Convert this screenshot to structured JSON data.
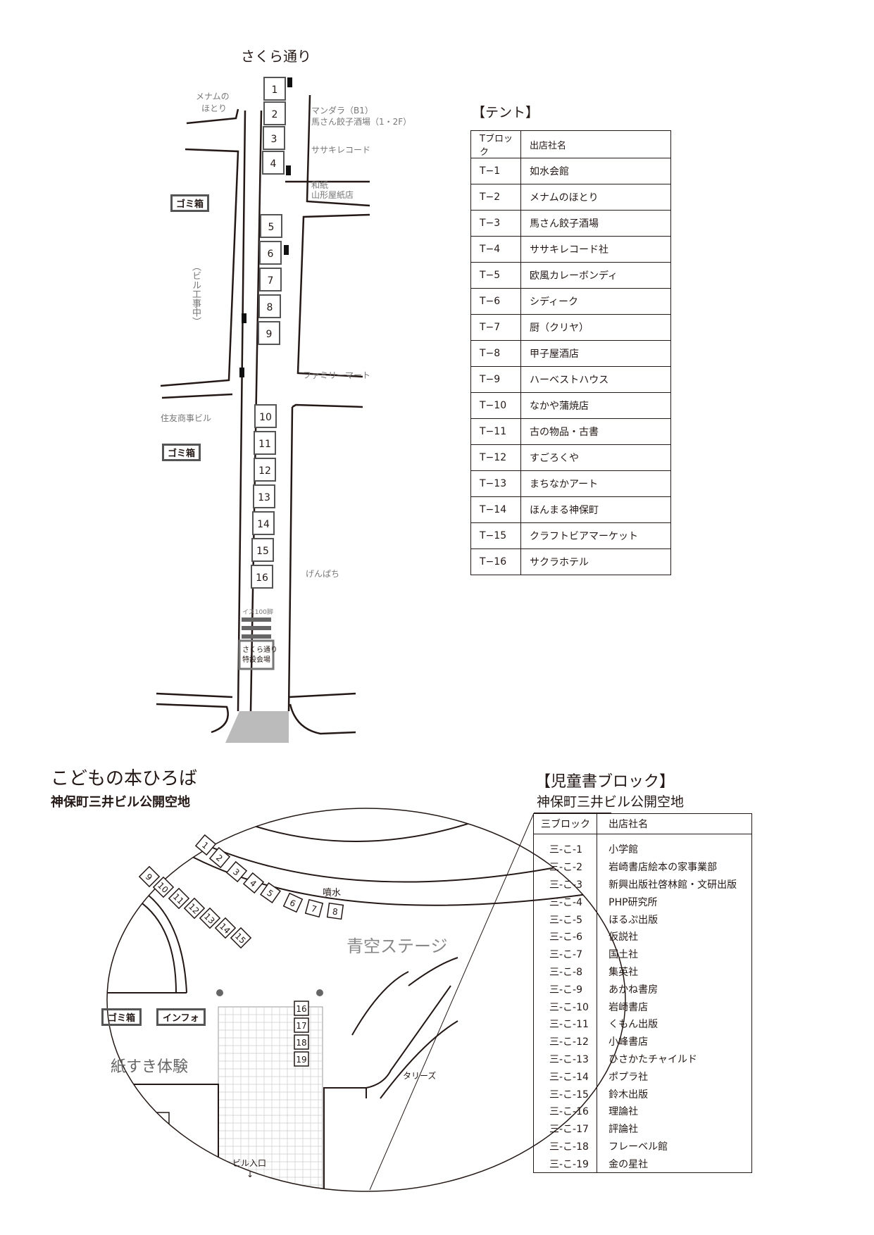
{
  "map": {
    "street_title": "さくら通り",
    "labels": {
      "menamu": "メナムの",
      "hotori": "ほとり",
      "mandara": "マンダラ（B1）",
      "basan": "馬さん餃子酒場（1・2F）",
      "sasakire": "ササキレコード",
      "washi": "和紙",
      "yamagata": "山形屋紙店",
      "bill": "（ビル工事中）",
      "family": "ファミリーマート",
      "sumitomo": "住友商事ビル",
      "genbachi": "げんぱち",
      "chairs": "イス100脚",
      "venue1": "さくら通り",
      "venue2": "特設会場",
      "trash": "ゴミ箱"
    },
    "tents": [
      "1",
      "2",
      "3",
      "4",
      "5",
      "6",
      "7",
      "8",
      "9",
      "10",
      "11",
      "12",
      "13",
      "14",
      "15",
      "16"
    ]
  },
  "tent_section": {
    "title": "【テント】",
    "headers": [
      "Tブロック",
      "出店社名"
    ],
    "rows": [
      [
        "T−1",
        "如水会館"
      ],
      [
        "T−2",
        "メナムのほとり"
      ],
      [
        "T−3",
        "馬さん餃子酒場"
      ],
      [
        "T−4",
        "ササキレコード社"
      ],
      [
        "T−5",
        "欧風カレーボンディ"
      ],
      [
        "T−6",
        "シディーク"
      ],
      [
        "T−7",
        "厨（クリヤ）"
      ],
      [
        "T−8",
        "甲子屋酒店"
      ],
      [
        "T−9",
        "ハーベストハウス"
      ],
      [
        "T−10",
        "なかや蒲焼店"
      ],
      [
        "T−11",
        "古の物品・古書"
      ],
      [
        "T−12",
        "すごろくや"
      ],
      [
        "T−13",
        "まちなかアート"
      ],
      [
        "T−14",
        "ほんまる神保町"
      ],
      [
        "T−15",
        "クラフトビアマーケット"
      ],
      [
        "T−16",
        "サクラホテル"
      ]
    ]
  },
  "kids_plaza": {
    "title": "こどもの本ひろば",
    "subtitle": "神保町三井ビル公開空地",
    "labels": {
      "fountain": "噴水",
      "stage": "青空ステージ",
      "trash": "ゴミ箱",
      "info": "インフォ",
      "paper": "紙すき体験",
      "tullys": "タリーズ",
      "entrance": "ビル入口",
      "arrow": "↓"
    },
    "booths": [
      "1",
      "2",
      "3",
      "4",
      "5",
      "6",
      "7",
      "8",
      "9",
      "10",
      "11",
      "12",
      "13",
      "14",
      "15",
      "16",
      "17",
      "18",
      "19"
    ]
  },
  "kids_section": {
    "title": "【児童書ブロック】",
    "subtitle": "神保町三井ビル公開空地",
    "headers": [
      "三ブロック",
      "出店社名"
    ],
    "rows": [
      [
        "三-こ-1",
        "小学館"
      ],
      [
        "三-こ-2",
        "岩崎書店絵本の家事業部"
      ],
      [
        "三-こ-3",
        "新興出版社啓林館・文研出版"
      ],
      [
        "三-こ-4",
        "PHP研究所"
      ],
      [
        "三-こ-5",
        "ほるぷ出版"
      ],
      [
        "三-こ-6",
        "仮説社"
      ],
      [
        "三-こ-7",
        "国土社"
      ],
      [
        "三-こ-8",
        "集英社"
      ],
      [
        "三-こ-9",
        "あかね書房"
      ],
      [
        "三-こ-10",
        "岩崎書店"
      ],
      [
        "三-こ-11",
        "くもん出版"
      ],
      [
        "三-こ-12",
        "小峰書店"
      ],
      [
        "三-こ-13",
        "ひさかたチャイルド"
      ],
      [
        "三-こ-14",
        "ポプラ社"
      ],
      [
        "三-こ-15",
        "鈴木出版"
      ],
      [
        "三-こ-16",
        "理論社"
      ],
      [
        "三-こ-17",
        "評論社"
      ],
      [
        "三-こ-18",
        "フレーベル館"
      ],
      [
        "三-こ-19",
        "金の星社"
      ]
    ]
  }
}
